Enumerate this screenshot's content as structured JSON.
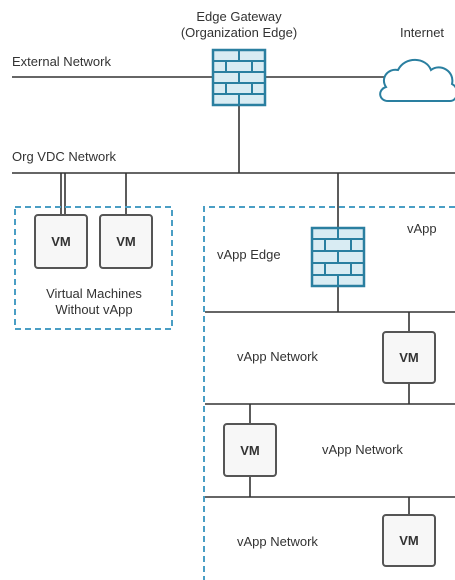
{
  "labels": {
    "edge_gateway_line1": "Edge Gateway",
    "edge_gateway_line2": "(Organization Edge)",
    "internet": "Internet",
    "external_network": "External Network",
    "org_vdc_network": "Org VDC Network",
    "vms_without_vapp_line1": "Virtual Machines",
    "vms_without_vapp_line2": "Without vApp",
    "vapp": "vApp",
    "vapp_edge": "vApp Edge",
    "vapp_network_1": "vApp Network",
    "vapp_network_2": "vApp Network",
    "vapp_network_3": "vApp Network"
  },
  "vm_label": "VM",
  "colors": {
    "line": "#333333",
    "firewall_fill": "#d9ecf3",
    "firewall_stroke": "#2a7fa0",
    "cloud_stroke": "#2a7fa0",
    "group_border": "#4a9ec4",
    "vm_border": "#555555",
    "vm_fill": "#f7f7f7"
  },
  "icons": {
    "edge_gateway": "firewall-icon",
    "vapp_edge": "firewall-icon",
    "internet": "cloud-icon"
  }
}
